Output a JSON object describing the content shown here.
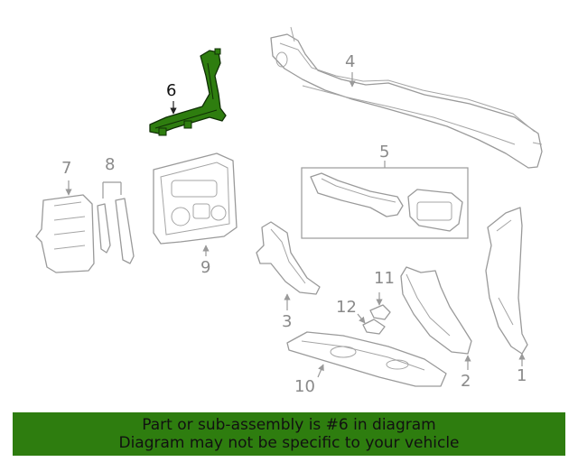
{
  "diagram": {
    "highlight_color": "#2e7d0f",
    "callouts": [
      {
        "id": "1",
        "label": "1"
      },
      {
        "id": "2",
        "label": "2"
      },
      {
        "id": "3",
        "label": "3"
      },
      {
        "id": "4",
        "label": "4"
      },
      {
        "id": "5",
        "label": "5"
      },
      {
        "id": "6",
        "label": "6",
        "highlighted": true
      },
      {
        "id": "7",
        "label": "7"
      },
      {
        "id": "8",
        "label": "8"
      },
      {
        "id": "9",
        "label": "9"
      },
      {
        "id": "10",
        "label": "10"
      },
      {
        "id": "11",
        "label": "11"
      },
      {
        "id": "12",
        "label": "12"
      }
    ]
  },
  "banner": {
    "line1": "Part or sub-assembly is #6 in diagram",
    "line2": "Diagram may not be specific to your vehicle",
    "background": "#2e7d0f"
  }
}
